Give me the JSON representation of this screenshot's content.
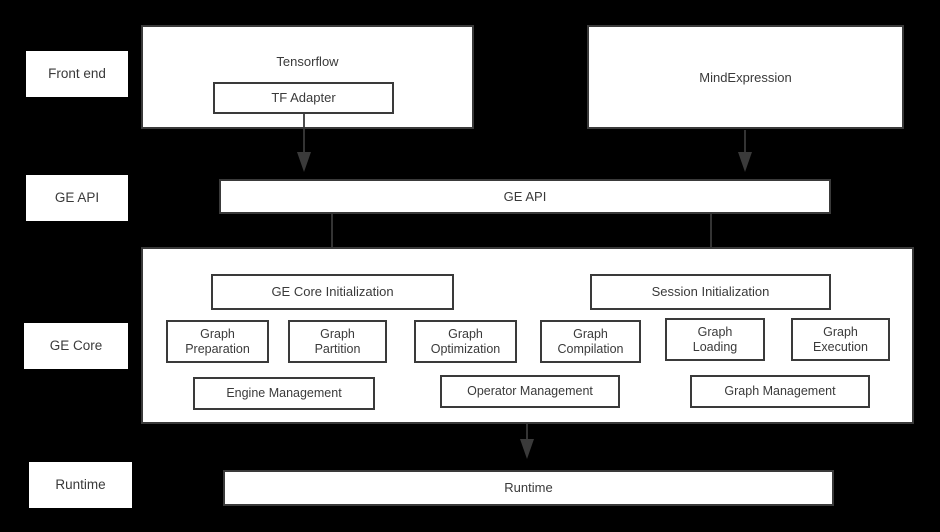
{
  "diagram": {
    "title": "GE (Graph Engine) architecture stack",
    "background_color": "#000000",
    "box_fill": "#ffffff",
    "stroke_color": "#3a3a3a",
    "layer_labels": [
      {
        "id": "front-end",
        "label": "Front end"
      },
      {
        "id": "ge-api",
        "label": "GE API"
      },
      {
        "id": "ge-core",
        "label": "GE Core"
      },
      {
        "id": "runtime",
        "label": "Runtime"
      }
    ],
    "front_end": {
      "tensorflow": {
        "label": "Tensorflow"
      },
      "tf_adapter": {
        "label": "TF Adapter"
      },
      "mindexpression": {
        "label": "MindExpression"
      }
    },
    "ge_api_bar": {
      "label": "GE API"
    },
    "ge_core": {
      "initializers": [
        {
          "id": "ge-core-initialization",
          "label": "GE Core Initialization"
        },
        {
          "id": "session-initialization",
          "label": "Session Initialization"
        }
      ],
      "modules": [
        {
          "id": "graph-preparation",
          "label": "Graph\nPreparation"
        },
        {
          "id": "graph-partition",
          "label": "Graph\nPartition"
        },
        {
          "id": "graph-optimization",
          "label": "Graph\nOptimization"
        },
        {
          "id": "graph-compilation",
          "label": "Graph\nCompilation"
        },
        {
          "id": "graph-loading",
          "label": "Graph\nLoading"
        },
        {
          "id": "graph-execution",
          "label": "Graph\nExecution"
        }
      ],
      "managers": [
        {
          "id": "engine-management",
          "label": "Engine Management"
        },
        {
          "id": "operator-management",
          "label": "Operator Management"
        },
        {
          "id": "graph-management",
          "label": "Graph Management"
        }
      ]
    },
    "runtime_bar": {
      "label": "Runtime"
    },
    "connections": [
      {
        "id": "tf-adapter-to-ge-api",
        "from": "tf-adapter",
        "to": "ge-api-bar"
      },
      {
        "id": "mindexpression-to-ge-api",
        "from": "mindexpression",
        "to": "ge-api-bar"
      },
      {
        "id": "ge-api-to-ge-core-initialization",
        "from": "ge-api-bar",
        "to": "ge-core-initialization"
      },
      {
        "id": "ge-api-to-session-initialization",
        "from": "ge-api-bar",
        "to": "session-initialization"
      },
      {
        "id": "ge-core-to-runtime",
        "from": "ge-core-container",
        "to": "runtime-bar"
      }
    ]
  }
}
